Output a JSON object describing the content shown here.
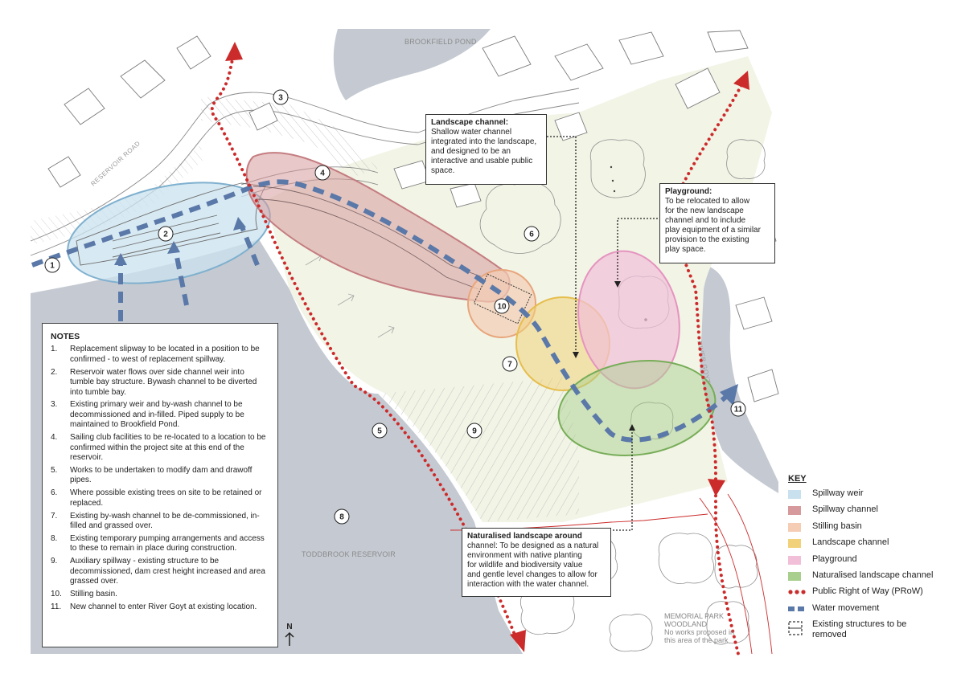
{
  "places": {
    "brookfield_pond": "BROOKFIELD POND",
    "reservoir_road": "RESERVOIR ROAD",
    "toddbrook_reservoir": "TODDBROOK RESERVOIR",
    "river_goyt": "RIVER GOYT",
    "memorial_park_1": "MEMORIAL PARK",
    "memorial_park_2": "WOODLAND",
    "memorial_note_1": "No works proposed in",
    "memorial_note_2": "this area of the park"
  },
  "markers": [
    "1",
    "2",
    "3",
    "4",
    "5",
    "6",
    "7",
    "8",
    "9",
    "10",
    "11"
  ],
  "callouts": {
    "landscape_channel": {
      "title": "Landscape channel:",
      "lines": [
        "Shallow water channel",
        "integrated into the landscape,",
        "and designed to be an",
        "interactive and usable public",
        "space."
      ]
    },
    "playground": {
      "title": "Playground:",
      "lines": [
        "To be relocated to allow",
        "for the new landscape",
        "channel and to include",
        "play equipment of a similar",
        "provision to the existing",
        "play space."
      ]
    },
    "naturalised": {
      "title": "Naturalised landscape around",
      "lines": [
        "channel: To be designed as a natural",
        "environment with native planting",
        "for wildlife and biodiversity value",
        "and gentle level changes to allow for",
        "interaction with the water channel."
      ]
    }
  },
  "notes": {
    "title": "NOTES",
    "items": [
      {
        "n": "1.",
        "text": "Replacement slipway to be located in a position to be confirmed - to west of replacement spillway."
      },
      {
        "n": "2.",
        "text": "Reservoir water flows over side channel weir into tumble bay structure. Bywash channel to be diverted into tumble bay."
      },
      {
        "n": "3.",
        "text": "Existing primary weir and by-wash channel to be decommissioned and in-filled. Piped supply to be maintained to Brookfield Pond."
      },
      {
        "n": "4.",
        "text": "Sailing club facilities to be re-located to a location to be confirmed within the project site at this end of the reservoir."
      },
      {
        "n": "5.",
        "text": "Works to be undertaken to modify dam and drawoff pipes."
      },
      {
        "n": "6.",
        "text": "Where possible existing trees on site to be retained or replaced."
      },
      {
        "n": "7.",
        "text": "Existing by-wash channel to be de-commissioned, in-filled and grassed over."
      },
      {
        "n": "8.",
        "text": "Existing temporary pumping arrangements and access to these to remain in place during construction."
      },
      {
        "n": "9.",
        "text": "Auxiliary spillway - existing structure to be decommissioned, dam crest height increased and area grassed over."
      },
      {
        "n": "10.",
        "text": "Stilling basin."
      },
      {
        "n": "11.",
        "text": "New channel to enter River Goyt at existing location."
      }
    ]
  },
  "north": "N",
  "key": {
    "title": "KEY",
    "items": [
      {
        "label": "Spillway weir",
        "color": "#c9e1ee"
      },
      {
        "label": "Spillway channel",
        "color": "#d79a9c"
      },
      {
        "label": "Stilling basin",
        "color": "#f4cdb4"
      },
      {
        "label": "Landscape channel",
        "color": "#f1d27a"
      },
      {
        "label": "Playground",
        "color": "#f2bfd8"
      },
      {
        "label": "Naturalised landscape channel",
        "color": "#a9cf8f"
      },
      {
        "label": "Public Right of Way (PRoW)",
        "color": "#cc2b2b"
      },
      {
        "label": "Water movement",
        "color": "#5a78a8"
      },
      {
        "label": "Existing structures to be removed",
        "color": "#333333"
      }
    ]
  },
  "colors": {
    "water": "#c5cad2",
    "site": "#f2f4e6",
    "prow": "#cc2b2b",
    "water_movement": "#5a78a8"
  }
}
